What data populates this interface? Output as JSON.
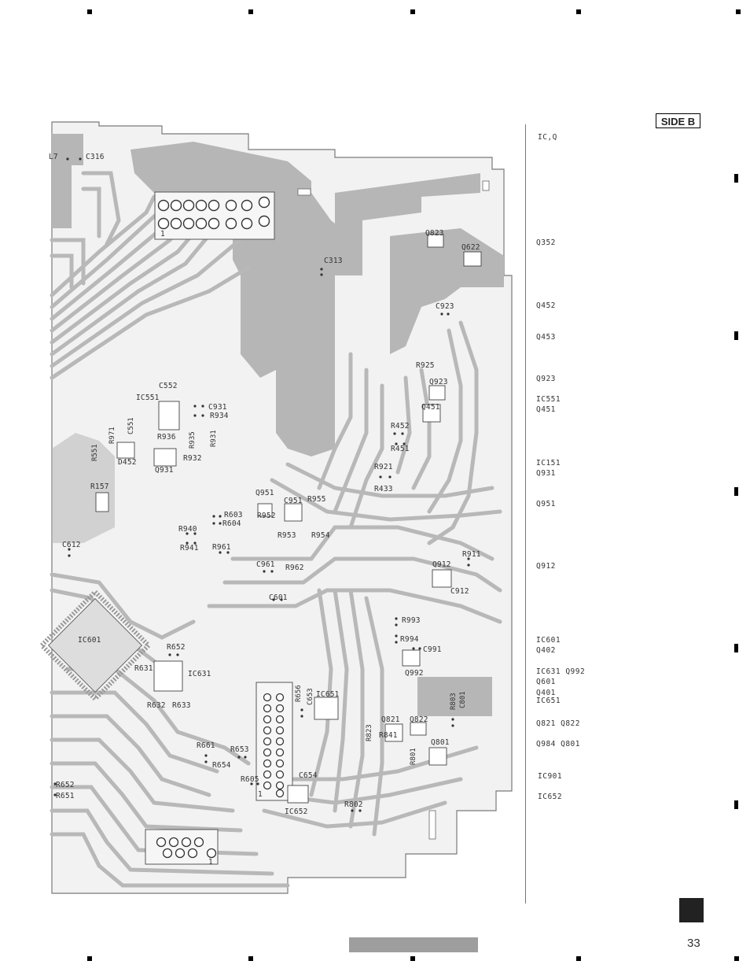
{
  "page": {
    "side_label": "SIDE B",
    "page_number": "33"
  },
  "colors": {
    "copper": "#b4b4b4",
    "trace": "#c8c8c8",
    "outline": "#888888",
    "text": "#333333"
  },
  "legend": [
    {
      "id": "l1",
      "text": "IC,Q"
    },
    {
      "id": "l2",
      "text": "Q352"
    },
    {
      "id": "l3",
      "text": "Q452"
    },
    {
      "id": "l4",
      "text": "Q453"
    },
    {
      "id": "l5",
      "text": "Q923"
    },
    {
      "id": "l6",
      "text": "IC551"
    },
    {
      "id": "l7",
      "text": "Q451"
    },
    {
      "id": "l8",
      "text": "IC151"
    },
    {
      "id": "l9",
      "text": "Q931"
    },
    {
      "id": "l10",
      "text": "Q951"
    },
    {
      "id": "l11",
      "text": "Q912"
    },
    {
      "id": "l12",
      "text": "IC601"
    },
    {
      "id": "l13",
      "text": "Q402"
    },
    {
      "id": "l14",
      "text": "IC631  Q992"
    },
    {
      "id": "l15",
      "text": "Q601"
    },
    {
      "id": "l16",
      "text": "Q401"
    },
    {
      "id": "l17",
      "text": "IC651"
    },
    {
      "id": "l18",
      "text": "Q821  Q822"
    },
    {
      "id": "l19",
      "text": "Q984  Q801"
    },
    {
      "id": "l20",
      "text": "IC901"
    },
    {
      "id": "l21",
      "text": "IC652"
    }
  ],
  "board_labels": {
    "c316": "C316",
    "l7": "L7",
    "c313": "C313",
    "q823": "Q823",
    "q622": "Q622",
    "c923": "C923",
    "r925": "R925",
    "q923": "Q923",
    "q451": "Q451",
    "r452": "R452",
    "r451": "R451",
    "r921": "R921",
    "r433": "R433",
    "c552": "C552",
    "ic551": "IC551",
    "c931": "C931",
    "r934": "R934",
    "c551": "C551",
    "r971": "R971",
    "r935": "R935",
    "r931": "R931",
    "r936": "R936",
    "r551": "R551",
    "d452": "D452",
    "q931": "Q931",
    "r932": "R932",
    "r157": "R157",
    "q951": "Q951",
    "c951": "C951",
    "r955": "R955",
    "r603": "R603",
    "r604": "R604",
    "r952": "R952",
    "r953": "R953",
    "r954": "R954",
    "r940": "R940",
    "r941": "R941",
    "r961": "R961",
    "c612": "C612",
    "c961": "C961",
    "r962": "R962",
    "q912": "Q912",
    "r911": "R911",
    "c912": "C912",
    "c601": "C601",
    "ic601": "IC601",
    "r993": "R993",
    "r994": "R994",
    "c991": "C991",
    "q992": "Q992",
    "r652": "R652",
    "r631": "R631",
    "ic631": "IC631",
    "r632": "R632",
    "r633": "R633",
    "r656": "R656",
    "c653": "C653",
    "ic651": "IC651",
    "r803": "R803",
    "c801": "C801",
    "q821": "Q821",
    "q822": "Q822",
    "r823": "R823",
    "q801": "Q801",
    "r841": "R841",
    "r801": "R801",
    "r661": "R661",
    "r653": "R653",
    "r654": "R654",
    "r605": "R605",
    "c654": "C654",
    "ic652": "IC652",
    "r802": "R802",
    "r652b": "R652",
    "r651": "R651",
    "pin1a": "1",
    "pin1b": "1",
    "pin1c": "1"
  }
}
